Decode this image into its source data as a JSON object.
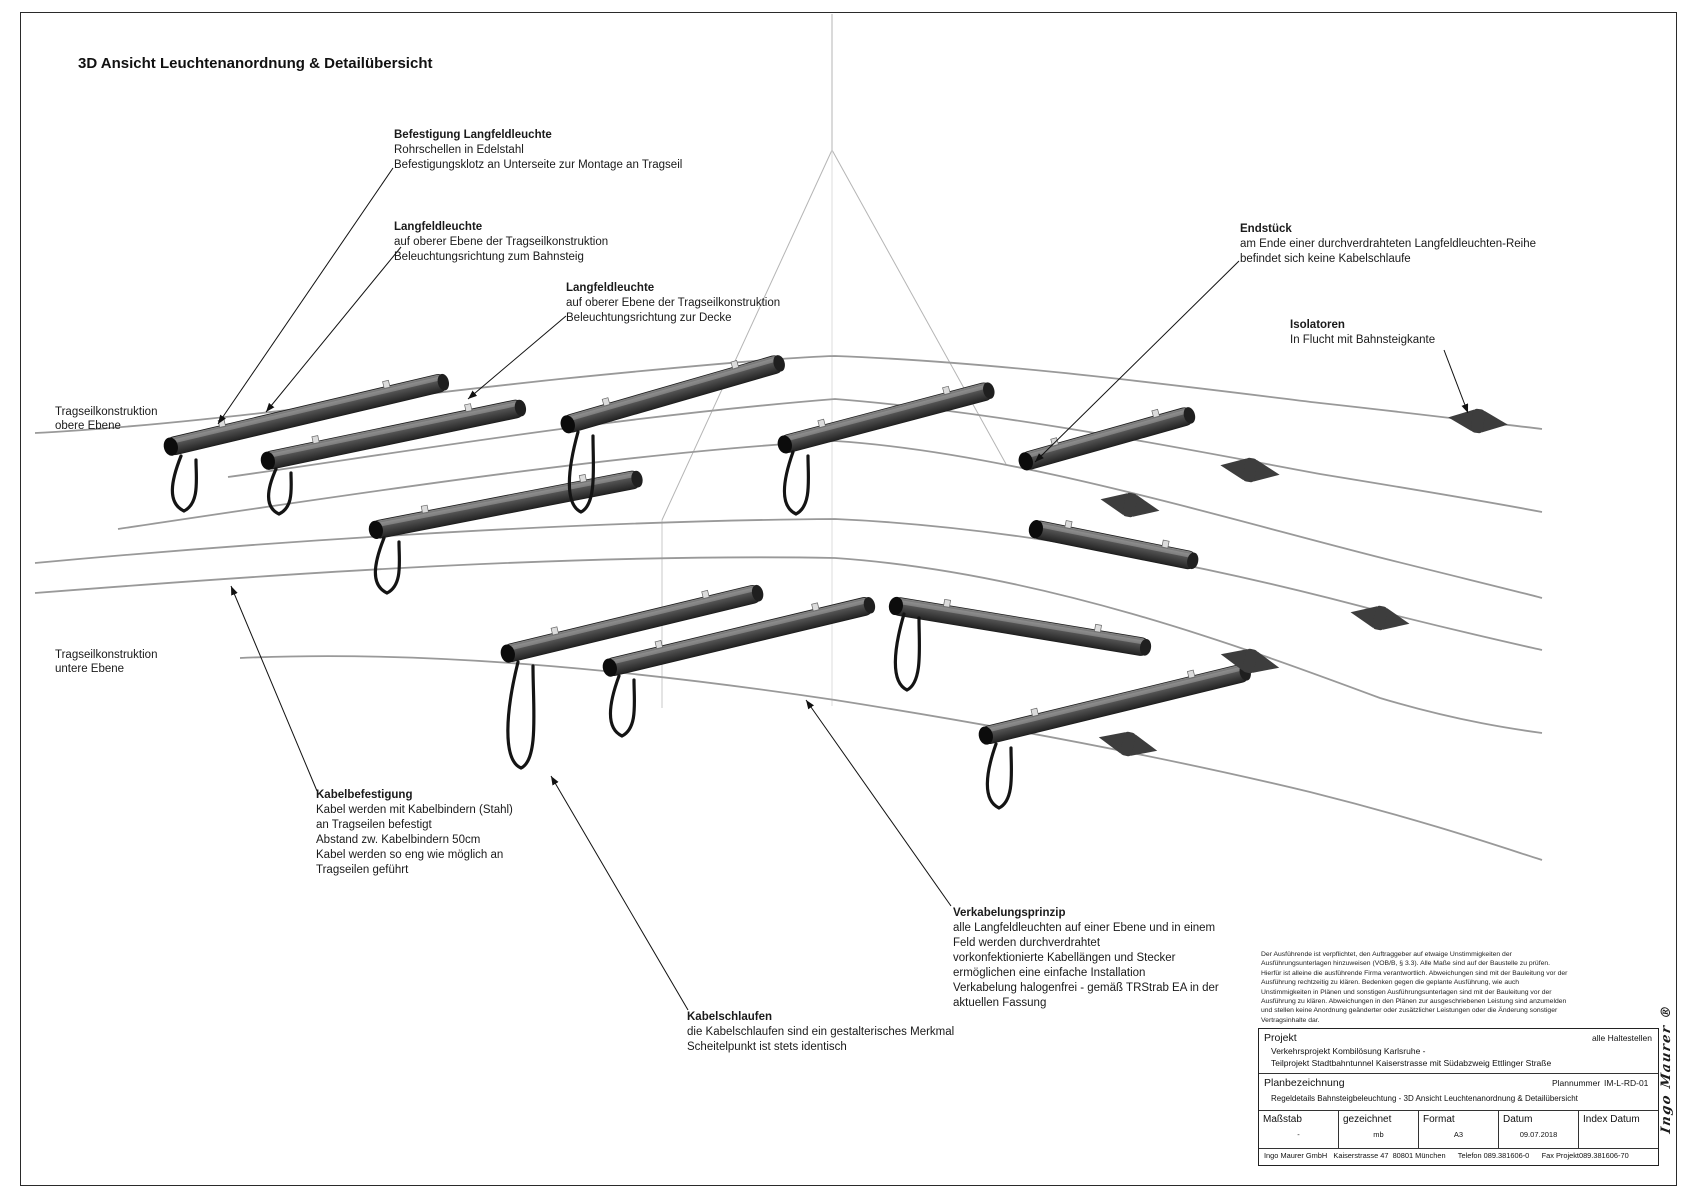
{
  "page": {
    "title": "3D Ansicht Leuchtenanordnung & Detailübersicht"
  },
  "annotations": {
    "befestigung": {
      "title": "Befestigung Langfeldleuchte",
      "lines": [
        "Rohrschellen in Edelstahl",
        "Befestigungsklotz an Unterseite zur Montage an Tragseil"
      ]
    },
    "langfeld_bahnsteig": {
      "title": "Langfeldleuchte",
      "lines": [
        "auf oberer Ebene der Tragseilkonstruktion",
        "Beleuchtungsrichtung zum Bahnsteig"
      ]
    },
    "langfeld_decke": {
      "title": "Langfeldleuchte",
      "lines": [
        "auf oberer Ebene der Tragseilkonstruktion",
        "Beleuchtungsrichtung zur Decke"
      ]
    },
    "endstueck": {
      "title": "Endstück",
      "lines": [
        "am Ende einer durchverdrahteten Langfeldleuchten-Reihe",
        "befindet sich keine Kabelschlaufe"
      ]
    },
    "isolatoren": {
      "title": "Isolatoren",
      "lines": [
        "In Flucht mit Bahnsteigkante"
      ]
    },
    "tragseil_obere": {
      "lines": [
        "Tragseilkonstruktion",
        "obere Ebene"
      ]
    },
    "tragseil_untere": {
      "lines": [
        "Tragseilkonstruktion",
        "untere Ebene"
      ]
    },
    "kabelbefestigung": {
      "title": "Kabelbefestigung",
      "lines": [
        "Kabel werden mit Kabelbindern (Stahl)",
        "an Tragseilen befestigt",
        "Abstand zw. Kabelbindern 50cm",
        "Kabel werden so eng wie möglich an",
        "Tragseilen geführt"
      ]
    },
    "kabelschlaufen": {
      "title": "Kabelschlaufen",
      "lines": [
        "die Kabelschlaufen sind ein gestalterisches Merkmal",
        "Scheitelpunkt ist stets identisch"
      ]
    },
    "verkabelungsprinzip": {
      "title": "Verkabelungsprinzip",
      "lines": [
        "alle Langfeldleuchten auf einer Ebene und in einem",
        "Feld werden durchverdrahtet",
        "vorkonfektionierte Kabellängen und Stecker",
        "ermöglichen eine einfache Installation",
        "Verkabelung halogenfrei - gemäß TRStrab EA in der",
        "aktuellen Fassung"
      ]
    }
  },
  "disclaimer": {
    "lines": [
      "Der Ausführende ist verpflichtet, den Auftraggeber auf etwaige Unstimmigkeiten der",
      "Ausführungsunterlagen hinzuweisen (VOB/B, § 3.3). Alle Maße sind auf der Baustelle zu prüfen.",
      "Hierfür ist alleine die ausführende Firma verantwortlich. Abweichungen sind mit der Bauleitung vor der",
      "Ausführung rechtzeitig zu klären. Bedenken  gegen  die geplante Ausführung, wie auch",
      "Unstimmigkeiten in Plänen und sonstigen Ausführungsunterlagen sind mit der Bauleitung  vor der",
      "Ausführung zu klären. Abweichungen in den Plänen zur ausgeschriebenen Leistung sind anzumelden",
      "und stellen keine Anordnung geänderter oder zusätzlicher Leistungen oder die Änderung sonstiger",
      "Vertragsinhalte dar."
    ]
  },
  "titleblock": {
    "projekt_label": "Projekt",
    "projekt_right": "alle Haltestellen",
    "projekt_line1": "Verkehrsprojekt Kombilösung Karlsruhe -",
    "projekt_line2": "Teilprojekt Stadtbahntunnel Kaiserstrasse mit Südabzweig Ettlinger Straße",
    "planbez_label": "Planbezeichnung",
    "plannummer_label": "Plannummer",
    "plannummer_value": "IM-L-RD-01",
    "planbez_line": "Regeldetails Bahnsteigbeleuchtung - 3D Ansicht Leuchtenanordnung & Detailübersicht",
    "cells": [
      {
        "label": "Maßstab",
        "value": "-"
      },
      {
        "label": "gezeichnet",
        "value": "mb"
      },
      {
        "label": "Format",
        "value": "A3"
      },
      {
        "label": "Datum",
        "value": "09.07.2018"
      },
      {
        "label": "Index Datum",
        "value": ""
      }
    ],
    "footer": "Ingo Maurer GmbH   Kaiserstrasse 47  80801 München      Telefon 089.381606-0      Fax Projekt089.381606-70"
  },
  "signature": "Ingo Maurer ®",
  "colors": {
    "paper": "#ffffff",
    "line": "#1a1a1a",
    "cable": "#999999",
    "tube_dark": "#2a2a2a",
    "tube_light": "#7d7d7d",
    "loop": "#141414",
    "isolator": "#3d3d3d"
  }
}
